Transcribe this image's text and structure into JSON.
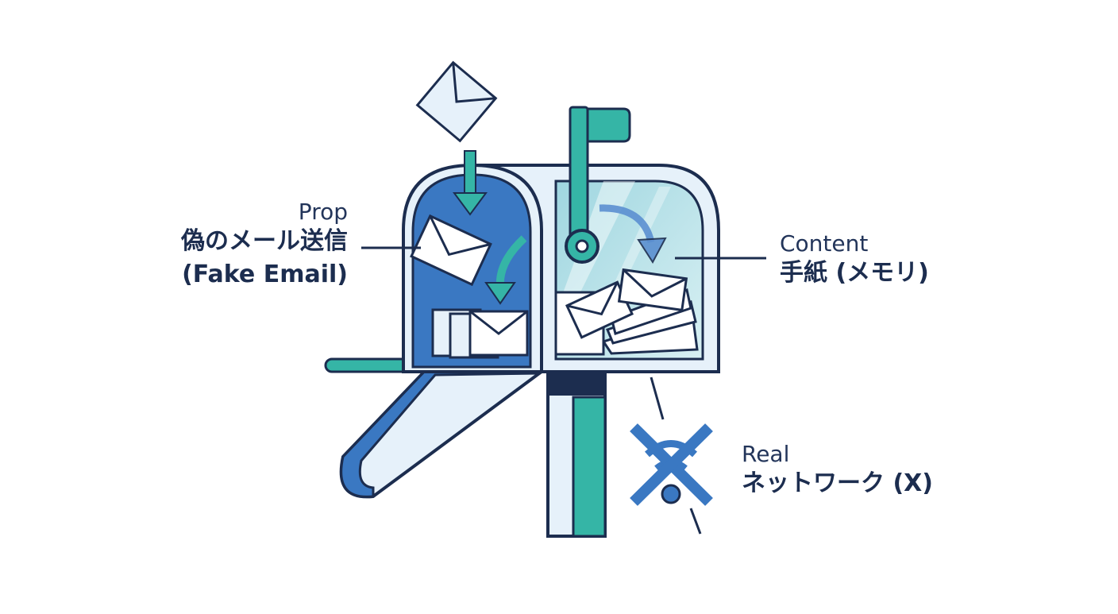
{
  "labels": {
    "prop": {
      "caption": "Prop",
      "title_ja": "偽のメール送信",
      "title_en": "(Fake Email)"
    },
    "content": {
      "caption": "Content",
      "title": "手紙 (メモリ)"
    },
    "real": {
      "caption": "Real",
      "title": "ネットワーク (X)"
    }
  },
  "colors": {
    "navy": "#1c2d4f",
    "blue": "#3a78c2",
    "teal": "#35b5a6",
    "light_blue": "#e6f1fa",
    "glass": "#bfe3ea"
  },
  "icons": [
    "envelope-icon",
    "arrow-down-icon",
    "curved-arrow-icon",
    "no-wifi-icon",
    "flag-icon"
  ]
}
